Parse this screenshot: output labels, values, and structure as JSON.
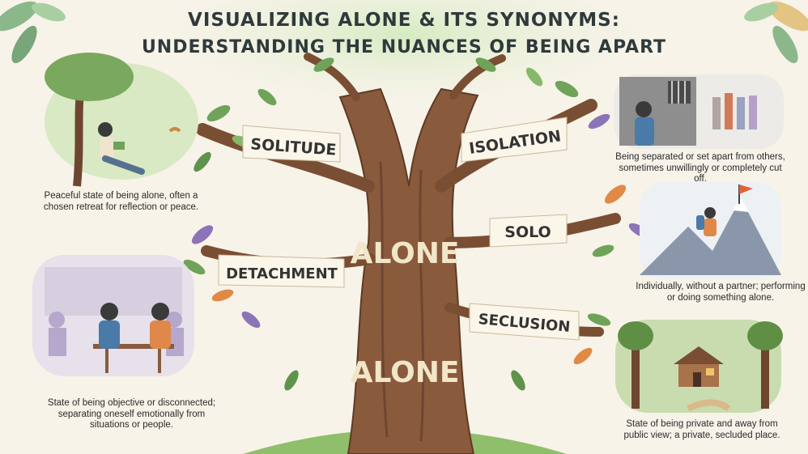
{
  "title": {
    "line1": "VISUALIZING ALONE & ITS SYNONYMS:",
    "line2": "UNDERSTANDING THE NUANCES OF BEING APART"
  },
  "center": {
    "top_word": "ALONE",
    "bottom_word": "ALONE"
  },
  "synonyms": [
    {
      "word": "SOLITUDE",
      "description": "Peaceful state of being alone, often a chosen retreat for reflection or peace."
    },
    {
      "word": "DETACHMENT",
      "description": "State of being objective or disconnected; separating oneself emotionally from situations or people."
    },
    {
      "word": "ISOLATION",
      "description": "Being separated or set apart from others, sometimes unwillingly or completely cut off."
    },
    {
      "word": "SOLO",
      "description": "Individually, without a partner; performing or doing something alone."
    },
    {
      "word": "SECLUSION",
      "description": "State of being private and away from public view; a private, secluded place."
    }
  ],
  "colors": {
    "trunk": "#8a5a3c",
    "leaf_green": "#6fa35a",
    "leaf_orange": "#e08a45",
    "leaf_purple": "#8c74b8",
    "label_text": "#333333",
    "background": "#f7f3e9"
  }
}
